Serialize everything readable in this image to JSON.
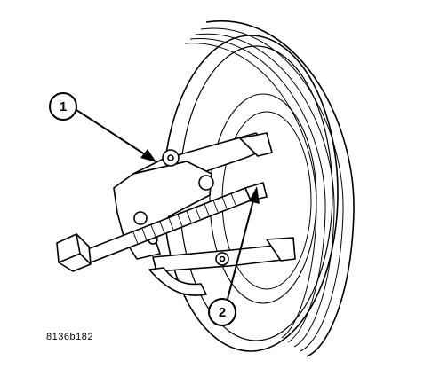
{
  "figure": {
    "figure_id": "8136b182",
    "callouts": [
      {
        "number": "1"
      },
      {
        "number": "2"
      }
    ]
  },
  "colors": {
    "line": "#000000",
    "background": "#ffffff"
  }
}
